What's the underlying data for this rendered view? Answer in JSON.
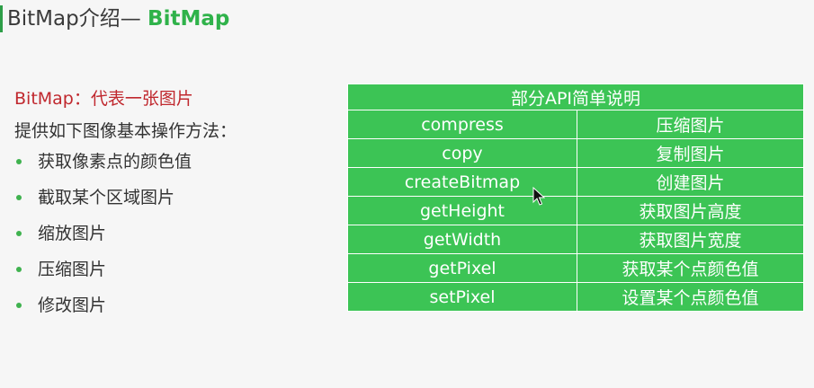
{
  "header": {
    "title_main": "BitMap介绍— ",
    "title_highlight": "BitMap"
  },
  "intro": {
    "heading": "BitMap：代表一张图片",
    "subheading": "提供如下图像基本操作方法：",
    "features": [
      "获取像素点的颜色值",
      "截取某个区域图片",
      "缩放图片",
      "压缩图片",
      "修改图片"
    ]
  },
  "api_table": {
    "caption": "部分API简单说明",
    "rows": [
      {
        "method": "compress",
        "desc": "压缩图片"
      },
      {
        "method": "copy",
        "desc": "复制图片"
      },
      {
        "method": "createBitmap",
        "desc": "创建图片"
      },
      {
        "method": "getHeight",
        "desc": "获取图片高度"
      },
      {
        "method": "getWidth",
        "desc": "获取图片宽度"
      },
      {
        "method": "getPixel",
        "desc": "获取某个点颜色值"
      },
      {
        "method": "setPixel",
        "desc": "设置某个点颜色值"
      }
    ]
  },
  "colors": {
    "accent_green": "#2fb24a",
    "table_green": "#3cc455",
    "heading_red": "#c0282e"
  },
  "icons": {
    "cursor": "mouse-pointer-icon",
    "bullet": "green-dot-icon"
  }
}
